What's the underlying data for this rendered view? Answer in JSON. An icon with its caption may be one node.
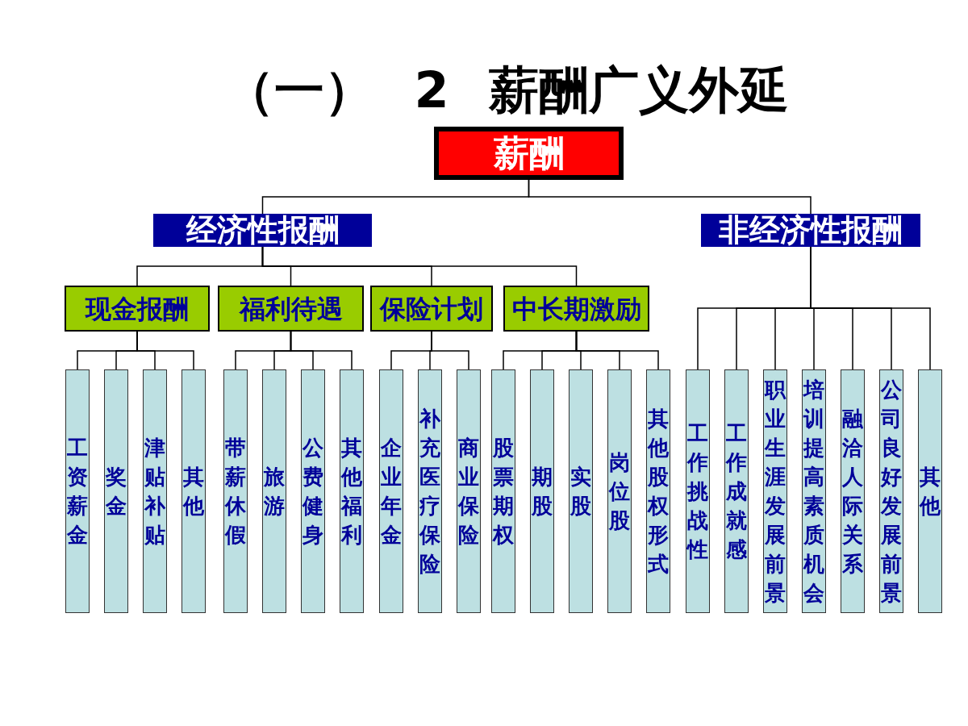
{
  "diagram": {
    "title": "（一） 2 薪酬广义外延",
    "nodes": [
      {
        "text": [
          "薪酬"
        ]
      },
      {
        "text": [
          "经济性报酬"
        ]
      },
      {
        "text": [
          "非经济性报酬"
        ]
      },
      {
        "text": [
          "现金报酬"
        ]
      },
      {
        "text": [
          "福利待遇"
        ]
      },
      {
        "text": [
          "保险计划"
        ]
      },
      {
        "text": [
          "中长期激励"
        ]
      },
      {
        "text": [
          "工资薪金"
        ]
      },
      {
        "text": [
          "奖金"
        ]
      },
      {
        "text": [
          "津贴补贴"
        ]
      },
      {
        "text": [
          "其他"
        ]
      },
      {
        "text": [
          "带薪休假"
        ]
      },
      {
        "text": [
          "旅游"
        ]
      },
      {
        "text": [
          "公费健身"
        ]
      },
      {
        "text": [
          "其他福利"
        ]
      },
      {
        "text": [
          "企业年金"
        ]
      },
      {
        "text": [
          "补充医疗保险"
        ]
      },
      {
        "text": [
          "商业保险"
        ]
      },
      {
        "text": [
          "股票期权"
        ]
      },
      {
        "text": [
          "期股"
        ]
      },
      {
        "text": [
          "实股"
        ]
      },
      {
        "text": [
          "岗位股"
        ]
      },
      {
        "text": [
          "其他股权形式"
        ]
      },
      {
        "text": [
          "工作挑战性"
        ]
      },
      {
        "text": [
          "工作成就感"
        ]
      },
      {
        "text": [
          "职业生涯发展前景"
        ]
      },
      {
        "text": [
          "培训提高素质机会"
        ]
      },
      {
        "text": [
          "融洽人际关系"
        ]
      },
      {
        "text": [
          "公司良好发展前景"
        ]
      },
      {
        "text": [
          "其他"
        ]
      }
    ],
    "edges": [
      {
        "from": 0,
        "to": 1,
        "arrow": "none"
      },
      {
        "from": 0,
        "to": 2,
        "arrow": "none"
      },
      {
        "from": 1,
        "to": 3,
        "arrow": "none"
      },
      {
        "from": 1,
        "to": 4,
        "arrow": "none"
      },
      {
        "from": 1,
        "to": 5,
        "arrow": "none"
      },
      {
        "from": 1,
        "to": 6,
        "arrow": "none"
      },
      {
        "from": 3,
        "to": 7,
        "arrow": "none"
      },
      {
        "from": 3,
        "to": 8,
        "arrow": "none"
      },
      {
        "from": 3,
        "to": 9,
        "arrow": "none"
      },
      {
        "from": 3,
        "to": 10,
        "arrow": "none"
      },
      {
        "from": 4,
        "to": 11,
        "arrow": "none"
      },
      {
        "from": 4,
        "to": 12,
        "arrow": "none"
      },
      {
        "from": 4,
        "to": 13,
        "arrow": "none"
      },
      {
        "from": 4,
        "to": 14,
        "arrow": "none"
      },
      {
        "from": 5,
        "to": 15,
        "arrow": "none"
      },
      {
        "from": 5,
        "to": 16,
        "arrow": "none"
      },
      {
        "from": 5,
        "to": 17,
        "arrow": "none"
      },
      {
        "from": 6,
        "to": 18,
        "arrow": "none"
      },
      {
        "from": 6,
        "to": 19,
        "arrow": "none"
      },
      {
        "from": 6,
        "to": 20,
        "arrow": "none"
      },
      {
        "from": 6,
        "to": 21,
        "arrow": "none"
      },
      {
        "from": 6,
        "to": 22,
        "arrow": "none"
      },
      {
        "from": 2,
        "to": 23,
        "arrow": "none"
      },
      {
        "from": 2,
        "to": 24,
        "arrow": "none"
      },
      {
        "from": 2,
        "to": 25,
        "arrow": "none"
      },
      {
        "from": 2,
        "to": 26,
        "arrow": "none"
      },
      {
        "from": 2,
        "to": 27,
        "arrow": "none"
      },
      {
        "from": 2,
        "to": 28,
        "arrow": "none"
      },
      {
        "from": 2,
        "to": 29,
        "arrow": "none"
      }
    ]
  }
}
